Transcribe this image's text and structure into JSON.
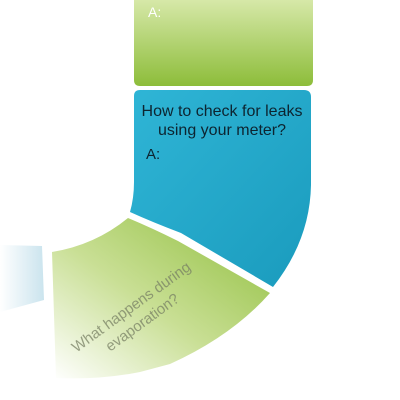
{
  "segments": {
    "top_green": {
      "answer_prefix": "A:",
      "color_top": "#c4dc8e",
      "color_bottom": "#8dbd3a"
    },
    "blue": {
      "question": "How to check for leaks using your meter?",
      "answer_prefix": "A:",
      "color": "#2aaecf",
      "color_dark": "#1995b6"
    },
    "bottom_green": {
      "question": "What happens during evaporation?",
      "color_light": "#e8f1d2",
      "color": "#98c44a"
    },
    "left_fade": {
      "color": "#cfe6ef"
    }
  },
  "divider_color": "#ffffff"
}
